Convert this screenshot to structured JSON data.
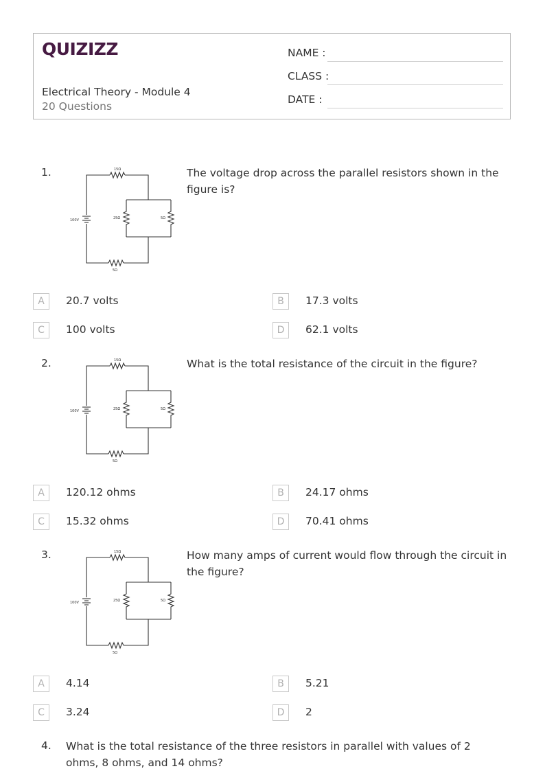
{
  "header": {
    "logo": "QUIZIZZ",
    "title": "Electrical Theory - Module 4",
    "subtitle": "20 Questions",
    "fields": [
      "NAME :",
      "CLASS :",
      "DATE  :"
    ]
  },
  "figure_labels": {
    "top": "15Ω",
    "battery": "100V",
    "mid_left": "25Ω",
    "mid_right": "5Ω",
    "bottom": "5Ω"
  },
  "questions": [
    {
      "number": "1.",
      "text": "The voltage drop across the parallel resistors shown in the figure is?",
      "options": [
        {
          "letter": "A",
          "text": "20.7 volts"
        },
        {
          "letter": "B",
          "text": "17.3 volts"
        },
        {
          "letter": "C",
          "text": "100 volts"
        },
        {
          "letter": "D",
          "text": "62.1 volts"
        }
      ]
    },
    {
      "number": "2.",
      "text": "What is the total resistance of the circuit in the figure?",
      "options": [
        {
          "letter": "A",
          "text": "120.12 ohms"
        },
        {
          "letter": "B",
          "text": "24.17 ohms"
        },
        {
          "letter": "C",
          "text": "15.32 ohms"
        },
        {
          "letter": "D",
          "text": "70.41 ohms"
        }
      ]
    },
    {
      "number": "3.",
      "text": "How many amps of current would flow through the circuit in the figure?",
      "options": [
        {
          "letter": "A",
          "text": "4.14"
        },
        {
          "letter": "B",
          "text": "5.21"
        },
        {
          "letter": "C",
          "text": "3.24"
        },
        {
          "letter": "D",
          "text": "2"
        }
      ]
    },
    {
      "number": "4.",
      "text": "What is the total resistance of the three resistors in parallel with values of 2 ohms, 8 ohms, and 14 ohms?"
    }
  ]
}
